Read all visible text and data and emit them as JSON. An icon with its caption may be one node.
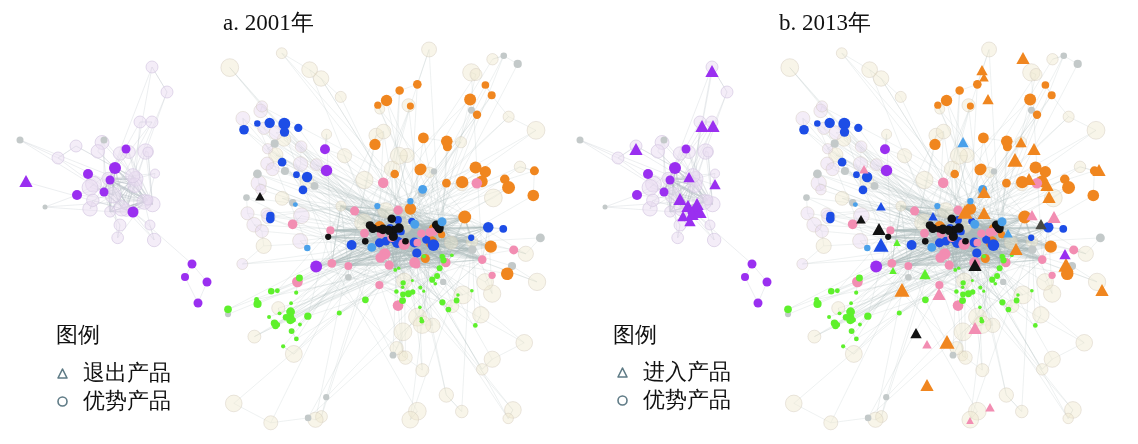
{
  "diagram": {
    "labels": [
      "a. 2001年",
      "b. 2013年",
      "图例",
      "图例"
    ],
    "legend": [
      {
        "text": "退出产品"
      },
      {
        "text": "优势产品"
      },
      {
        "text": "进入产品"
      },
      {
        "text": "优势产品"
      }
    ]
  }
}
